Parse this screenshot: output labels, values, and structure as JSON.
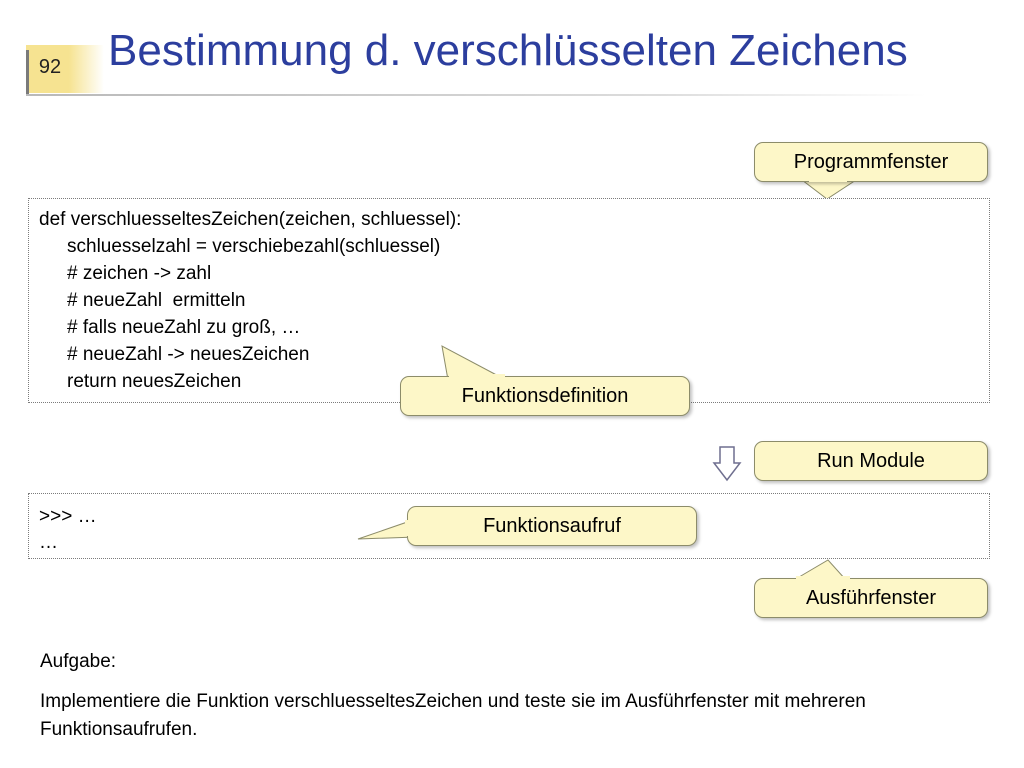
{
  "slide": {
    "number": "92",
    "title": "Bestimmung d. verschlüsselten Zeichens"
  },
  "code_panel": {
    "lines": [
      "def verschluesseltesZeichen(zeichen, schluessel):",
      "schluesselzahl = verschiebezahl(schluessel)",
      "# zeichen -> zahl",
      "# neueZahl  ermitteln",
      "# falls neueZahl zu groß, …",
      "# neueZahl -> neuesZeichen",
      "return neuesZeichen"
    ]
  },
  "shell_panel": {
    "lines": [
      ">>> …",
      "…"
    ]
  },
  "callouts": {
    "programmfenster": "Programmfenster",
    "funktionsdefinition": "Funktionsdefinition",
    "run_module": "Run Module",
    "funktionsaufruf": "Funktionsaufruf",
    "ausfuehrfenster": "Ausführfenster"
  },
  "task": {
    "heading": "Aufgabe:",
    "text": "Implementiere die Funktion verschluesseltesZeichen und teste sie im Ausführfenster mit mehreren Funktionsaufrufen."
  },
  "colors": {
    "title": "#2c3e9e",
    "callout_fill": "#fdf7c8",
    "number_box": "#f6e391"
  }
}
